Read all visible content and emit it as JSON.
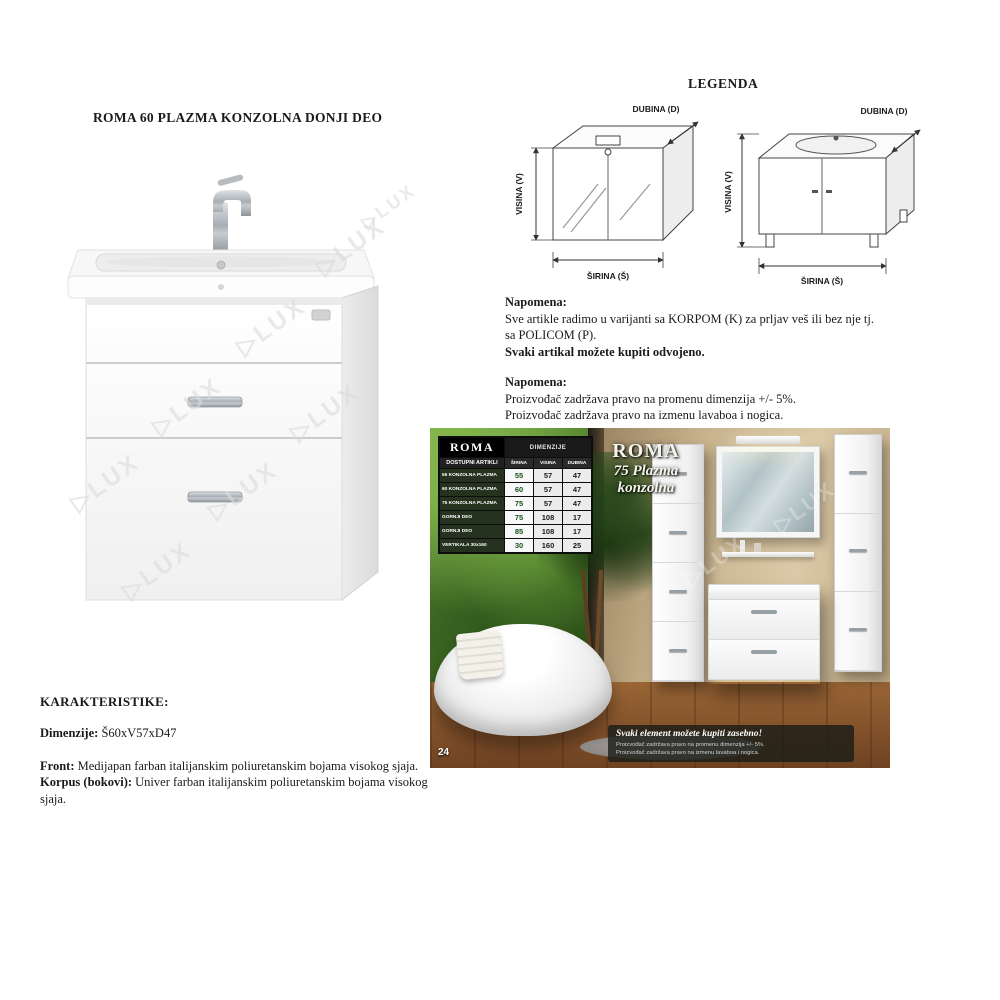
{
  "page": {
    "title": "ROMA 60 PLAZMA KONZOLNA DONJI DEO",
    "watermark": {
      "glyph": "▷",
      "text": "LUX"
    }
  },
  "legend": {
    "title": "LEGENDA",
    "mirror_diagram": {
      "dubina": "DUBINA (D)",
      "visina": "VISINA (V)",
      "sirina": "ŠIRINA (Š)"
    },
    "vanity_diagram": {
      "dubina": "DUBINA (D)",
      "visina": "VISINA (V)",
      "sirina": "ŠIRINA (Š)"
    }
  },
  "notes": {
    "first": {
      "title": "Napomena:",
      "line1": "Sve artikle radimo u varijanti sa KORPOM (K) za prljav veš ili bez nje tj.",
      "line2": "sa POLICOM (P).",
      "line3": "Svaki artikal možete kupiti odvojeno."
    },
    "second": {
      "title": "Napomena:",
      "line1": "Proizvođač zadržava pravo na promenu dimenzija +/- 5%.",
      "line2": "Proizvođač zadržava pravo na izmenu lavaboa i nogica."
    }
  },
  "characteristics": {
    "title": "KARAKTERISTIKE:",
    "dimensions_label": "Dimenzije:",
    "dimensions_value": "Š60xV57xD47",
    "front_label": "Front:",
    "front_value": "Medijapan farban italijanskim poliuretanskim bojama visokog sjaja.",
    "korpus_label": "Korpus (bokovi):",
    "korpus_value": "Univer farban italijanskim poliuretanskim bojama visokog sjaja."
  },
  "promo": {
    "title_line1": "ROMA",
    "title_line2": "75 Plazma",
    "title_line3": "konzolna",
    "page_number": "24",
    "caption": "Svaki element možete kupiti zasebno!",
    "caption_small1": "Proizvođač zadržava pravo na promenu dimenzija +/- 5%.",
    "caption_small2": "Proizvođač zadržava pravo na izmenu lavaboa i nogica.",
    "table": {
      "brand": "ROMA",
      "dim_header": "DIMENZIJE",
      "articles_header": "DOSTUPNI ARTIKLI",
      "columns": {
        "sirina": "ŠIRINA",
        "visina": "VISINA",
        "dubina": "DUBINA"
      },
      "rows": [
        {
          "label": "55 KONZOLNA PLAZMA",
          "sirina": "55",
          "visina": "57",
          "dubina": "47"
        },
        {
          "label": "60 KONZOLNA PLAZMA",
          "sirina": "60",
          "visina": "57",
          "dubina": "47"
        },
        {
          "label": "75 KONZOLNA PLAZMA",
          "sirina": "75",
          "visina": "57",
          "dubina": "47"
        },
        {
          "label": "GORNJI DEO",
          "sirina": "75",
          "visina": "108",
          "dubina": "17"
        },
        {
          "label": "GORNJI DEO",
          "sirina": "85",
          "visina": "108",
          "dubina": "17"
        },
        {
          "label": "VERTIKALA 30x160",
          "sirina": "30",
          "visina": "160",
          "dubina": "25"
        }
      ]
    }
  }
}
